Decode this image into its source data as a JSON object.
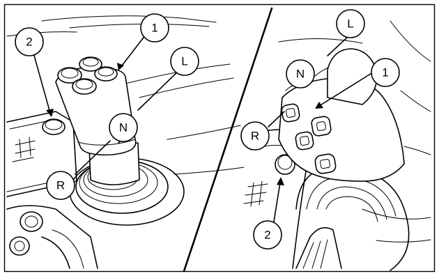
{
  "callouts": {
    "left_panel": {
      "item_1": "1",
      "item_2": "2",
      "lever_l": "L",
      "lever_n": "N",
      "lever_r": "R"
    },
    "right_panel": {
      "item_1": "1",
      "item_2": "2",
      "lever_l": "L",
      "lever_n": "N",
      "lever_r": "R"
    }
  }
}
